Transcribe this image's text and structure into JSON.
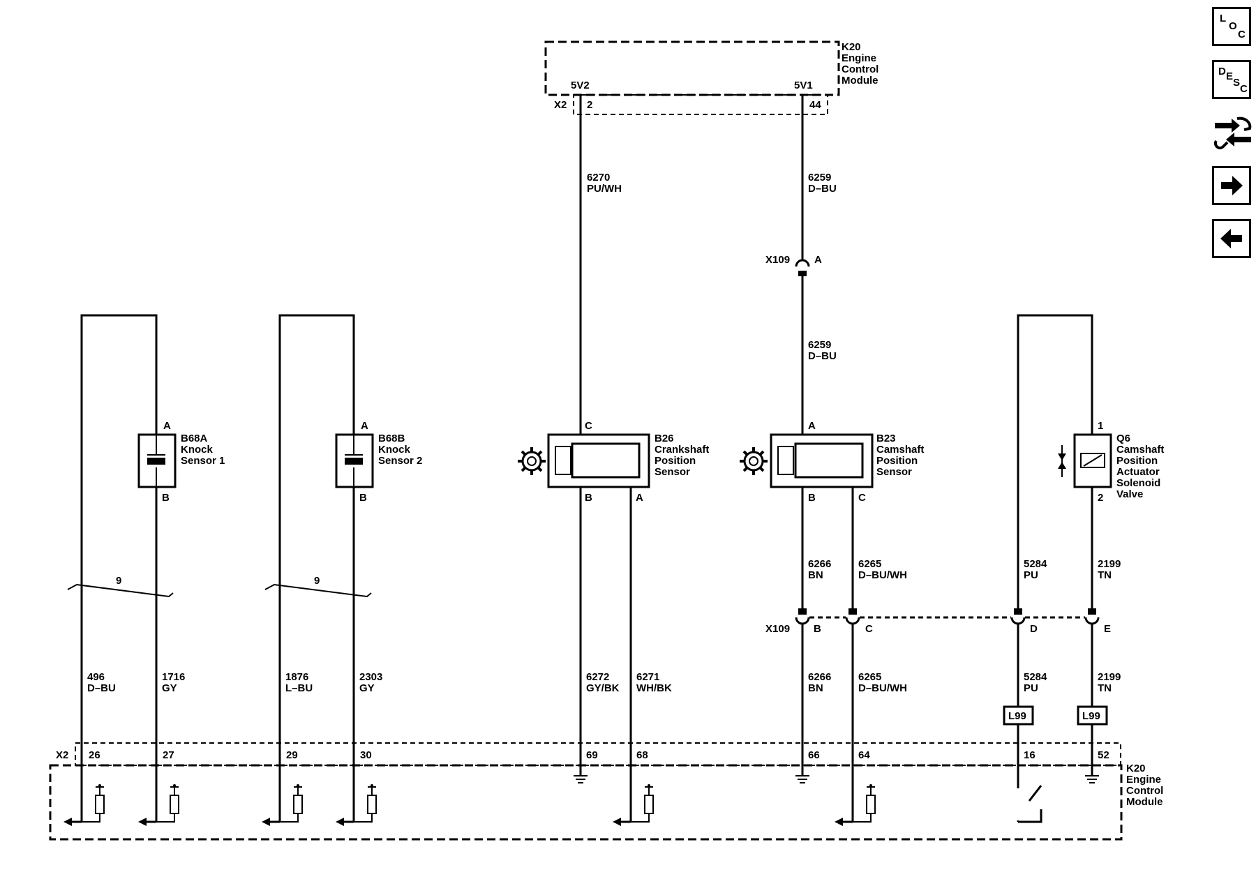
{
  "toolbar": {
    "loc": {
      "l1": "L",
      "l2": "O",
      "l3": "C"
    },
    "desc": {
      "l1": "D",
      "l2": "E",
      "l3": "S",
      "l4": "C"
    },
    "icons": [
      "connector-wrench-icon",
      "arrow-right-icon",
      "arrow-left-icon"
    ]
  },
  "ecm": {
    "ref": "K20",
    "line1": "Engine",
    "line2": "Control",
    "line3": "Module",
    "top_connector": "X2",
    "bottom_connector": "X2"
  },
  "top_pins": [
    {
      "circuit": "5V2",
      "pin": "2",
      "wire": "6270",
      "color": "PU/WH"
    },
    {
      "circuit": "5V1",
      "pin": "44",
      "wire": "6259",
      "color": "D–BU"
    }
  ],
  "x109": {
    "name": "X109",
    "cavities": [
      "A",
      "B",
      "C",
      "D",
      "E"
    ]
  },
  "wire_6259_lower": {
    "wire": "6259",
    "color": "D–BU"
  },
  "components": [
    {
      "ref": "B68A",
      "line1": "Knock",
      "line2": "Sensor 1",
      "pin_top": "A",
      "pin_bottom": "B"
    },
    {
      "ref": "B68B",
      "line1": "Knock",
      "line2": "Sensor 2",
      "pin_top": "A",
      "pin_bottom": "B"
    },
    {
      "ref": "B26",
      "line1": "Crankshaft",
      "line2": "Position",
      "line3": "Sensor",
      "pin_top": "C",
      "pin_b": "B",
      "pin_a": "A"
    },
    {
      "ref": "B23",
      "line1": "Camshaft",
      "line2": "Position",
      "line3": "Sensor",
      "pin_top": "A",
      "pin_b": "B",
      "pin_c": "C"
    },
    {
      "ref": "Q6",
      "line1": "Camshaft",
      "line2": "Position",
      "line3": "Actuator",
      "line4": "Solenoid",
      "line5": "Valve",
      "pin_top": "1",
      "pin_bottom": "2"
    }
  ],
  "shields": [
    "9",
    "9"
  ],
  "wires_mid": [
    {
      "wire": "6266",
      "color": "BN"
    },
    {
      "wire": "6265",
      "color": "D–BU/WH"
    },
    {
      "wire": "5284",
      "color": "PU"
    },
    {
      "wire": "2199",
      "color": "TN"
    }
  ],
  "wires_low": [
    {
      "wire": "496",
      "color": "D–BU"
    },
    {
      "wire": "1716",
      "color": "GY"
    },
    {
      "wire": "1876",
      "color": "L–BU"
    },
    {
      "wire": "2303",
      "color": "GY"
    },
    {
      "wire": "6272",
      "color": "GY/BK"
    },
    {
      "wire": "6271",
      "color": "WH/BK"
    },
    {
      "wire": "6266",
      "color": "BN"
    },
    {
      "wire": "6265",
      "color": "D–BU/WH"
    },
    {
      "wire": "5284",
      "color": "PU"
    },
    {
      "wire": "2199",
      "color": "TN"
    }
  ],
  "option_code": "L99",
  "bottom_pins": [
    "26",
    "27",
    "29",
    "30",
    "69",
    "68",
    "66",
    "64",
    "16",
    "52"
  ]
}
